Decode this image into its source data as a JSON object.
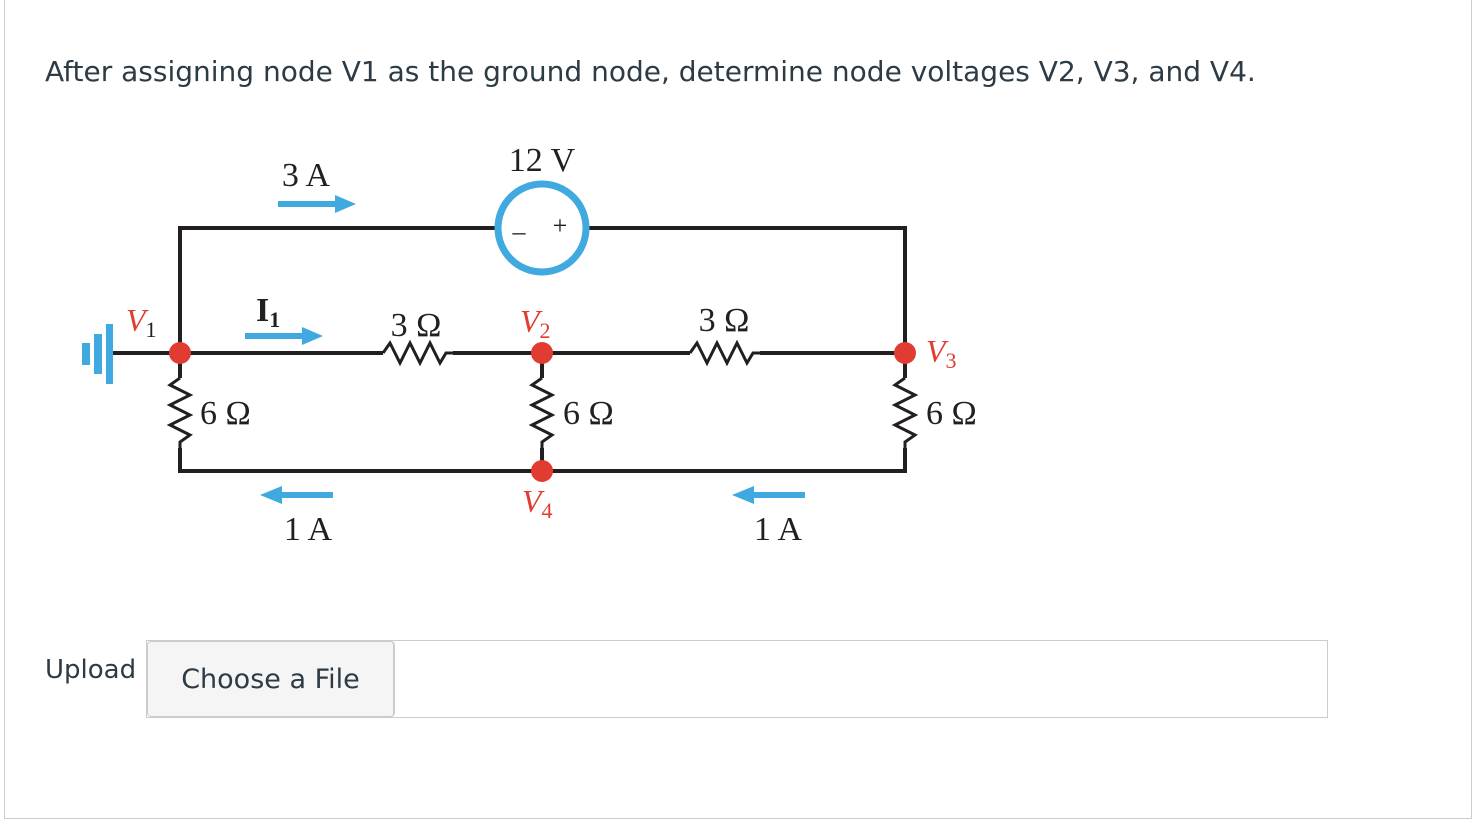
{
  "question": {
    "text": "After assigning node V1 as the ground node, determine node voltages V2, V3, and V4."
  },
  "circuit": {
    "source_label": "12 V",
    "source_minus": "–",
    "source_plus": "+",
    "top_current_label": "3 A",
    "i1_label": "I",
    "i1_sub": "1",
    "v1_label": "V",
    "v1_sub": "1",
    "v2_label": "V",
    "v2_sub": "2",
    "v3_label": "V",
    "v3_sub": "3",
    "v4_label": "V",
    "v4_sub": "4",
    "r_left_horizontal": "3 Ω",
    "r_right_horizontal": "3 Ω",
    "r_left_vertical": "6 Ω",
    "r_middle_vertical": "6 Ω",
    "r_right_vertical": "6 Ω",
    "bottom_left_current": "1 A",
    "bottom_right_current": "1 A",
    "colors": {
      "wire": "#231f20",
      "node": "#e03c31",
      "arrow": "#3fa9e0",
      "source_ring": "#3fa9e0",
      "ground": "#3fa9e0"
    }
  },
  "upload": {
    "label": "Upload",
    "button_label": "Choose a File",
    "file_name": ""
  }
}
